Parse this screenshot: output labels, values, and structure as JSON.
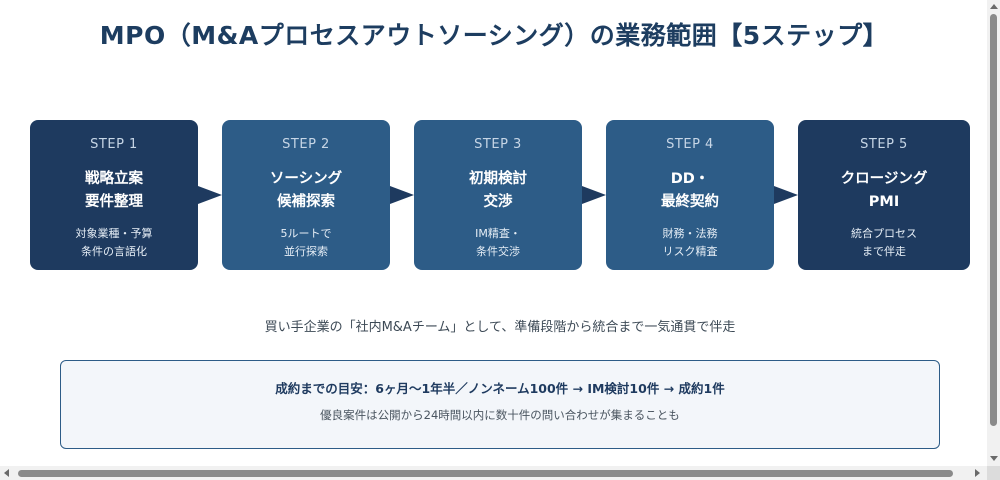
{
  "title": "MPO（M&Aプロセスアウトソーシング）の業務範囲【5ステップ】",
  "steps": [
    {
      "label": "STEP 1",
      "title_lines": [
        "戦略立案",
        "要件整理"
      ],
      "desc_lines": [
        "対象業種・予算",
        "条件の言語化"
      ]
    },
    {
      "label": "STEP 2",
      "title_lines": [
        "ソーシング",
        "候補探索"
      ],
      "desc_lines": [
        "5ルートで",
        "並行探索"
      ]
    },
    {
      "label": "STEP 3",
      "title_lines": [
        "初期検討",
        "交渉"
      ],
      "desc_lines": [
        "IM精査・",
        "条件交渉"
      ]
    },
    {
      "label": "STEP 4",
      "title_lines": [
        "DD・",
        "最終契約"
      ],
      "desc_lines": [
        "財務・法務",
        "リスク精査"
      ]
    },
    {
      "label": "STEP 5",
      "title_lines": [
        "クロージング",
        "PMI"
      ],
      "desc_lines": [
        "統合プロセス",
        "まで伴走"
      ]
    }
  ],
  "subtitle": "買い手企業の「社内M&Aチーム」として、準備段階から統合まで一気通貫で伴走",
  "note": {
    "main": "成約までの目安：6ヶ月〜1年半／ノンネーム100件 → IM検討10件 → 成約1件",
    "sub": "優良案件は公開から24時間以内に数十件の問い合わせが集まることも"
  },
  "colors": {
    "dark": "#1e3a5f",
    "mid": "#2d5c87"
  }
}
